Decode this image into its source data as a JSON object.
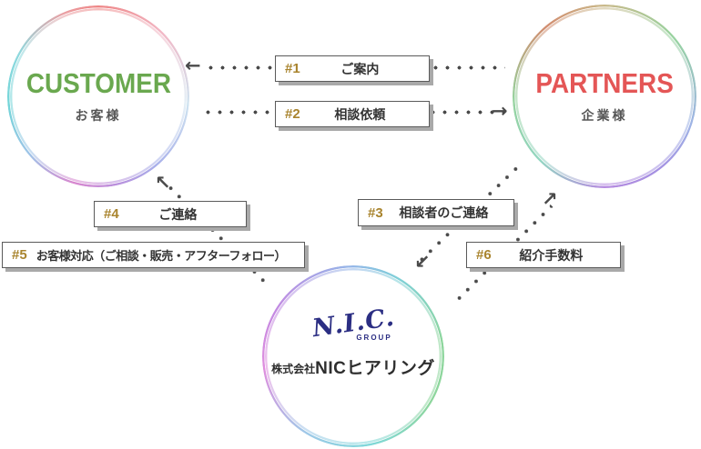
{
  "diagram": {
    "customer": {
      "title": "CUSTOMER",
      "subtitle": "お客様"
    },
    "partners": {
      "title": "PARTNERS",
      "subtitle": "企業様"
    },
    "nic": {
      "logo_script": "N.I.C.",
      "logo_group": "GROUP",
      "company_prefix": "株式会社",
      "company_name": "NICヒアリング"
    },
    "flows": [
      {
        "num": "#1",
        "label": "ご案内"
      },
      {
        "num": "#2",
        "label": "相談依頼"
      },
      {
        "num": "#3",
        "label": "相談者のご連絡"
      },
      {
        "num": "#4",
        "label": "ご連絡"
      },
      {
        "num": "#5",
        "label": "お客様対応（ご相談・販売・アフターフォロー）"
      },
      {
        "num": "#6",
        "label": "紹介手数料"
      }
    ],
    "arrows": {
      "left": "←",
      "right": "→",
      "up_left": "↖",
      "up_right": "↗",
      "down_left": "↙"
    },
    "colors": {
      "customer_green": "#6aa84f",
      "partners_red": "#e45656",
      "number_gold": "#a9842e",
      "arrow_gray": "#4a4a4a",
      "logo_navy": "#2b2e83"
    }
  }
}
